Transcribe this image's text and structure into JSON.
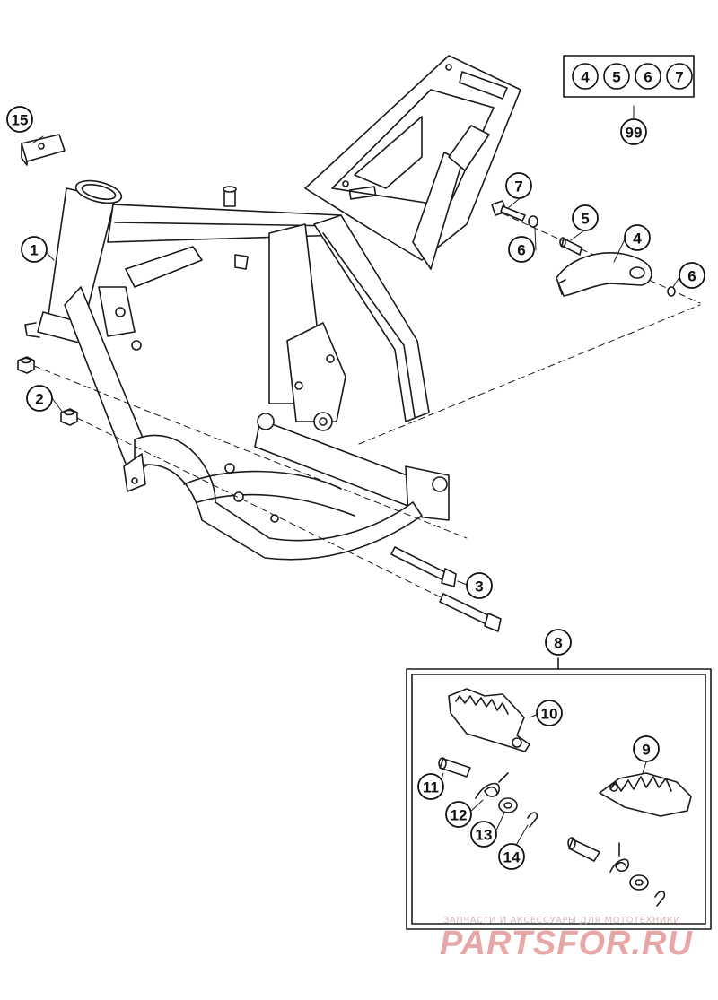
{
  "callouts": {
    "c1": "1",
    "c2": "2",
    "c3": "3",
    "c4": "4",
    "c5": "5",
    "c6a": "6",
    "c6b": "6",
    "c7": "7",
    "c8": "8",
    "c9": "9",
    "c10": "10",
    "c11": "11",
    "c12": "12",
    "c13": "13",
    "c14": "14",
    "c15": "15",
    "kit": {
      "items": [
        "4",
        "5",
        "6",
        "7"
      ],
      "total": "99"
    }
  },
  "watermark": {
    "tagline": "ЗАПЧАСТИ И АКСЕССУАРЫ ДЛЯ МОТОТЕХНИКИ",
    "brand": "PARTSFOR.RU"
  }
}
